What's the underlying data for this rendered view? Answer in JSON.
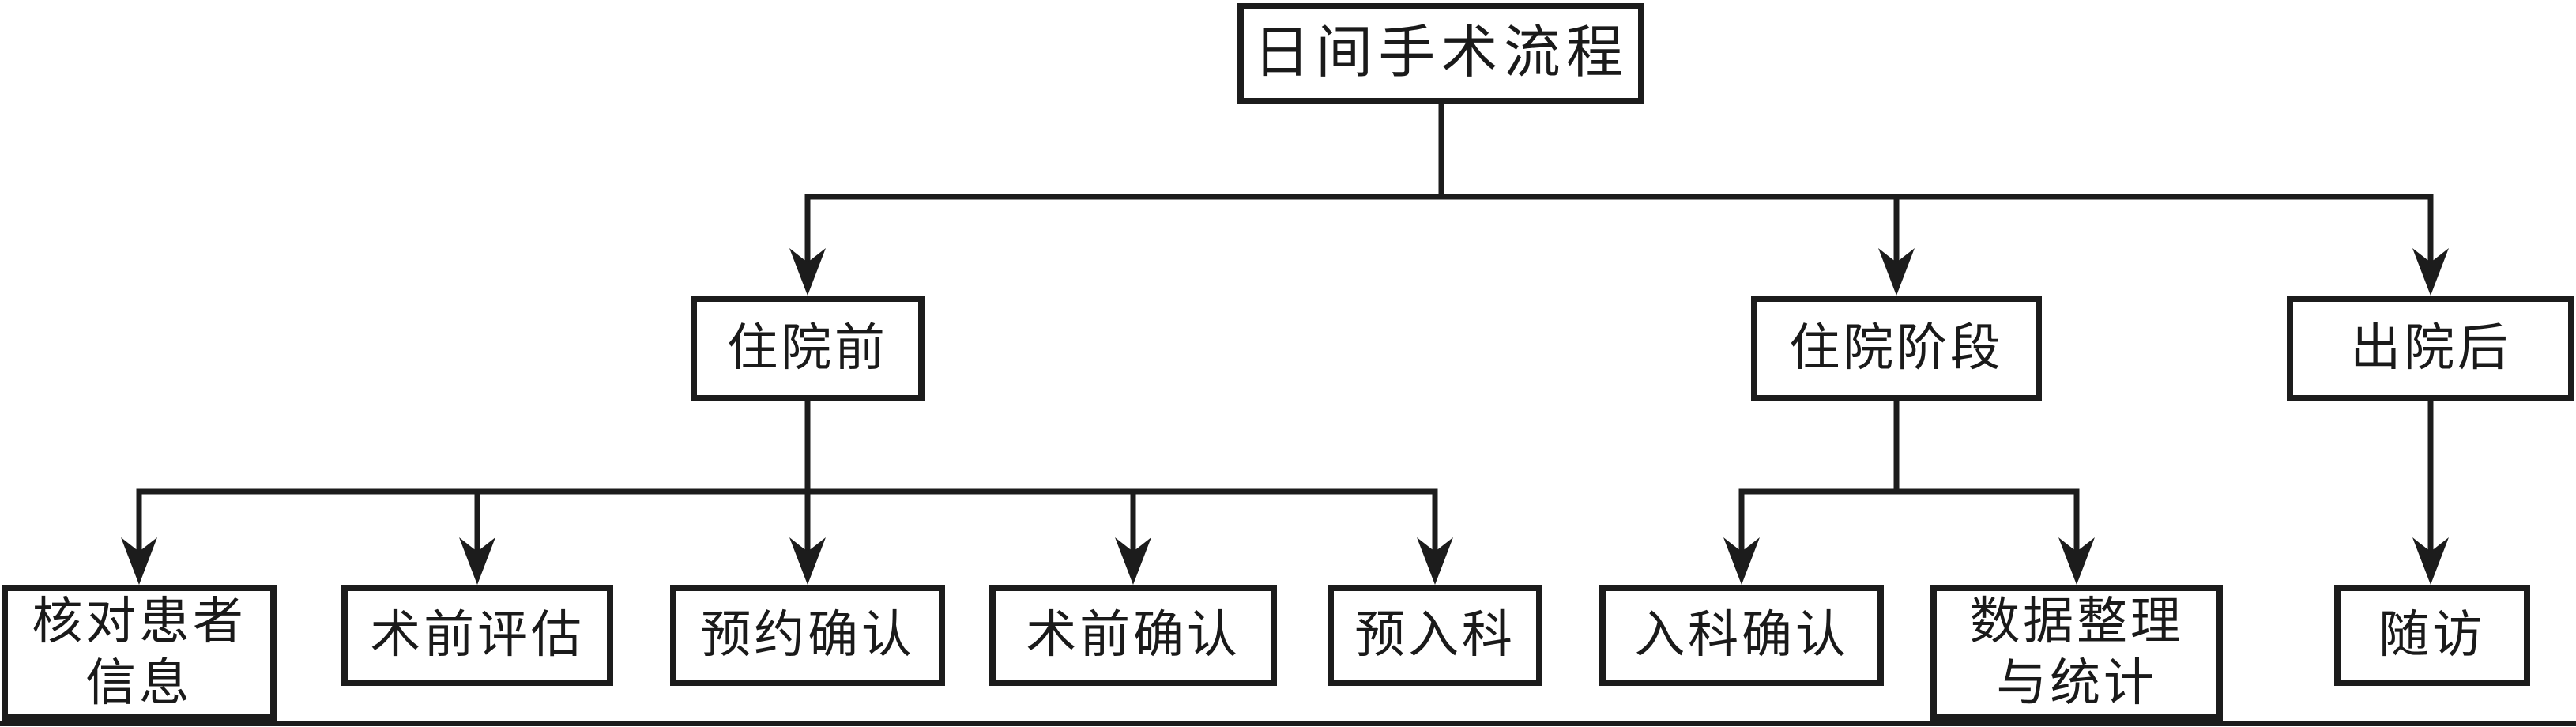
{
  "diagram": {
    "root": {
      "label": "日间手术流程"
    },
    "branches": [
      {
        "label": "住院前",
        "children": [
          {
            "label": "核对患者\n信息"
          },
          {
            "label": "术前评估"
          },
          {
            "label": "预约确认"
          },
          {
            "label": "术前确认"
          },
          {
            "label": "预入科"
          }
        ]
      },
      {
        "label": "住院阶段",
        "children": [
          {
            "label": "入科确认"
          },
          {
            "label": "数据整理\n与统计"
          }
        ]
      },
      {
        "label": "出院后",
        "children": [
          {
            "label": "随访"
          }
        ]
      }
    ],
    "colors": {
      "line": "#1c1c1c",
      "text": "#1a1a1a",
      "background": "#ffffff"
    }
  }
}
